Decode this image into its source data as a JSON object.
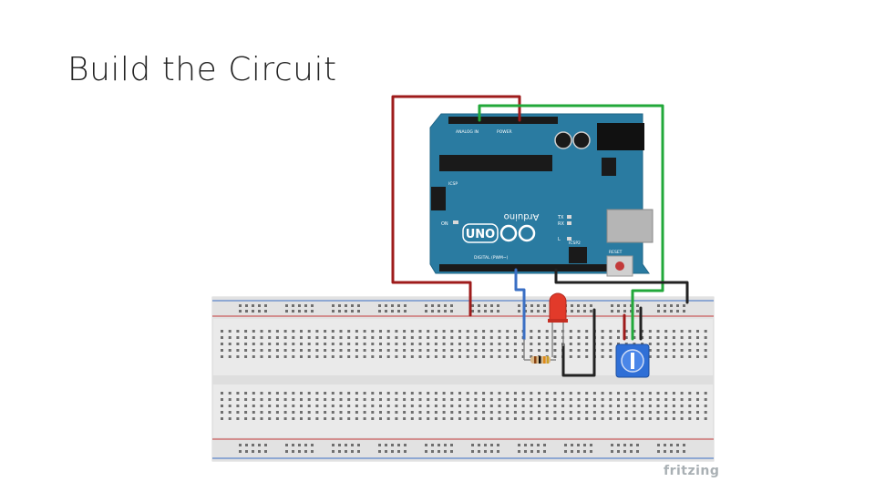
{
  "slide": {
    "title": "Build the Circuit"
  },
  "watermark": {
    "text": "fritzing"
  },
  "arduino": {
    "model": "UNO",
    "brand": "Arduino",
    "on_label": "ON",
    "tx_label": "TX",
    "rx_label": "RX",
    "l_label": "L",
    "reset_label": "RESET",
    "icsp_label": "ICSP",
    "icsp2_label": "ICSP2",
    "analog_label": "ANALOG IN",
    "power_label": "POWER",
    "digital_label": "DIGITAL (PWM~)"
  },
  "colors": {
    "board": "#2a7ba1",
    "wire_red": "#9e1b1b",
    "wire_green": "#22a83a",
    "wire_blue": "#3a6fc4",
    "wire_black": "#222222",
    "led": "#e23a2a",
    "pot": "#2f6fd6"
  }
}
